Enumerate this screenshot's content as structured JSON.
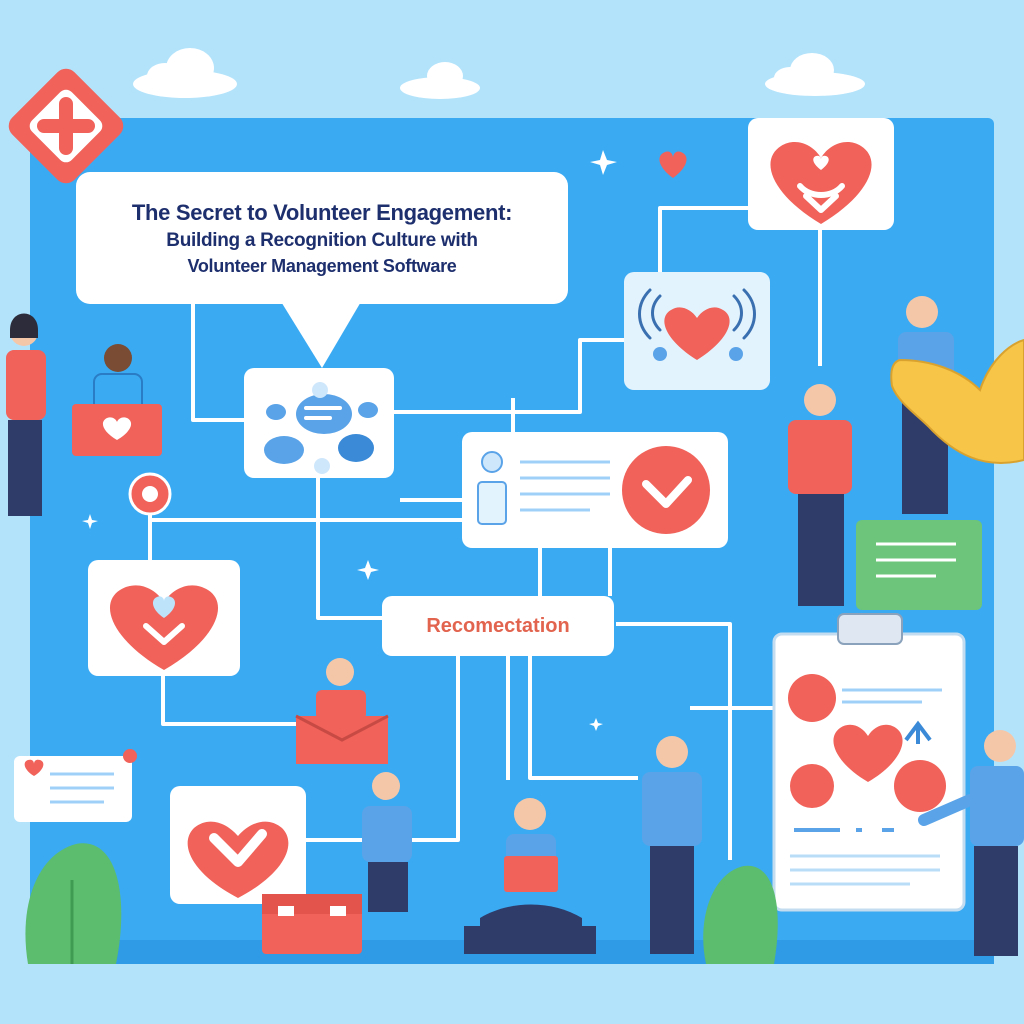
{
  "title": {
    "line1": "The Secret to Volunteer Engagement:",
    "line2": "Building a Recognition Culture with",
    "line3": "Volunteer Management Software"
  },
  "center_node_label": "Recomectation",
  "colors": {
    "sky": "#b3e3fb",
    "board": "#3aaaf3",
    "card": "#ffffff",
    "connector": "#ffffff",
    "accent_red": "#f0625a",
    "accent_blue": "#5aa3e8",
    "title_text": "#1e2f6e",
    "label_text": "#e2644f",
    "green": "#6cc57a"
  },
  "icons": [
    "heart-icon",
    "checkmark-icon",
    "chat-bubble-icon",
    "clipboard-icon",
    "pointing-hand-icon",
    "star-icon",
    "cloud-icon",
    "plus-icon",
    "user-profile-icon"
  ]
}
